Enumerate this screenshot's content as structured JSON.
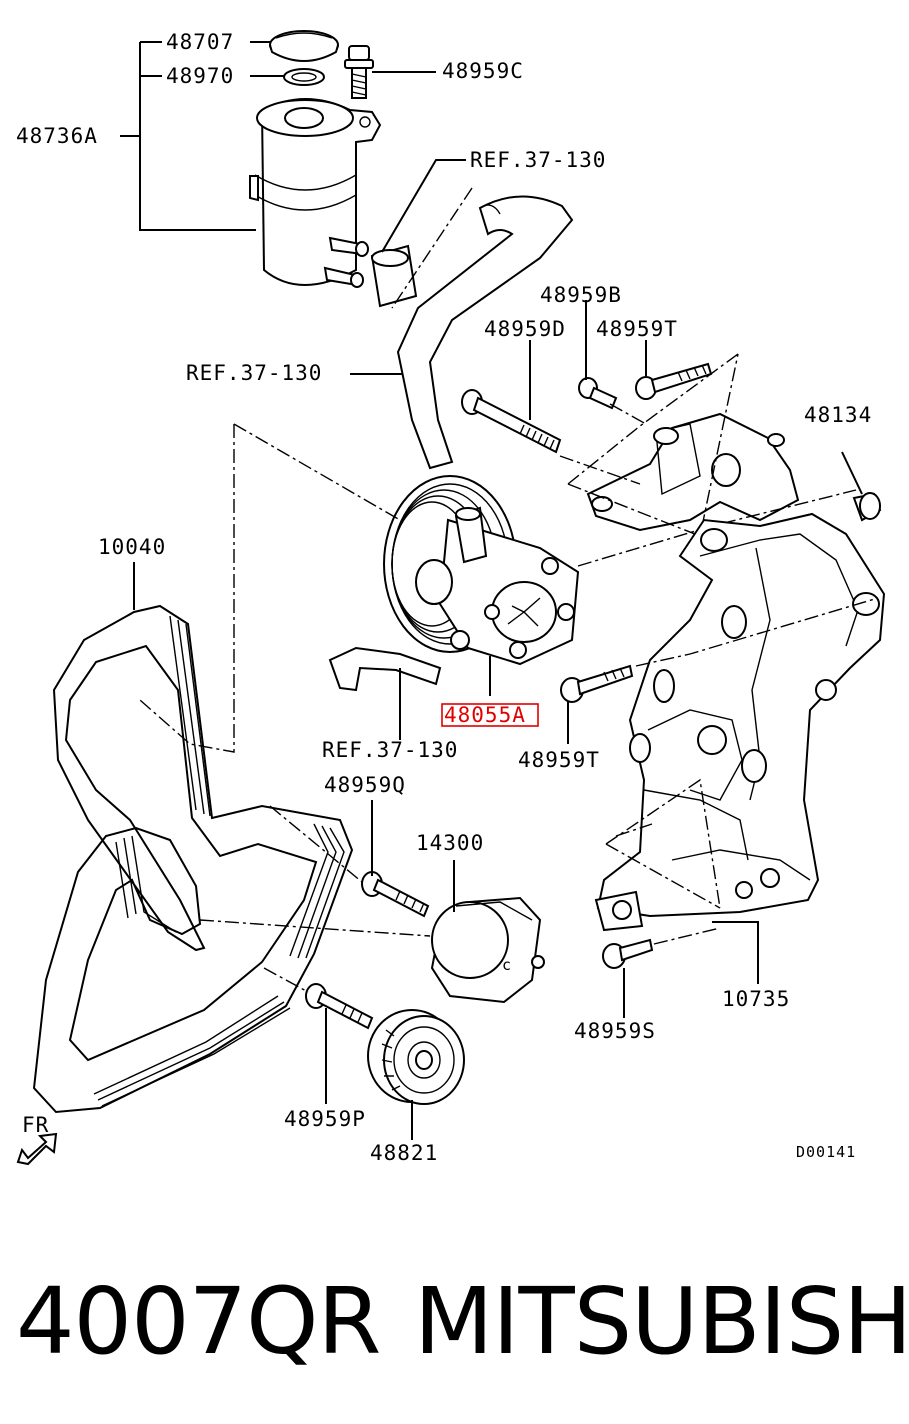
{
  "labels": {
    "cap": "48707",
    "oring": "48970",
    "bolt_c": "48959C",
    "reservoir": "48736A",
    "ref_top": "REF.37-130",
    "ref_mid": "REF.37-130",
    "ref_bottom": "REF.37-130",
    "bolt_b": "48959B",
    "bolt_d": "48959D",
    "bolt_t_top": "48959T",
    "bush": "48134",
    "belt": "10040",
    "pump": "48055A",
    "bolt_t_mid": "48959T",
    "bolt_q": "48959Q",
    "tensioner": "14300",
    "bracket": "10735",
    "bolt_s": "48959S",
    "bolt_p": "48959P",
    "idler": "48821",
    "fr": "FR",
    "drawing_code": "D00141"
  },
  "footer": {
    "part_code": "4007QR",
    "brand": "MITSUBISHI"
  },
  "colors": {
    "highlight": "#e00000",
    "ink": "#000000"
  }
}
